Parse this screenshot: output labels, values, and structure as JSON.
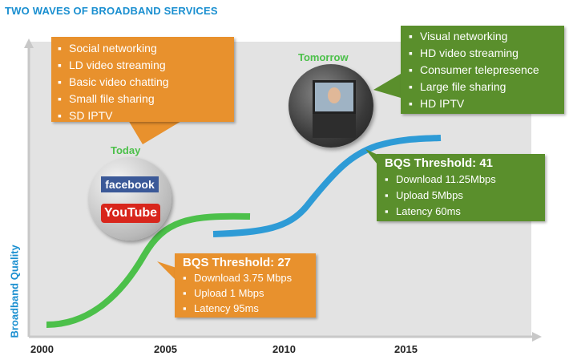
{
  "title": "TWO WAVES OF BROADBAND SERVICES",
  "y_axis_label": "Broadband Quality",
  "x_ticks": [
    "2000",
    "2005",
    "2010",
    "2015"
  ],
  "colors": {
    "title_blue": "#1a8fd0",
    "orange_box": "#e8912d",
    "green_box": "#5a8f2c",
    "today_curve": "#4cc04a",
    "tomorrow_curve": "#2e9bd6",
    "plot_bg": "#e3e3e3"
  },
  "today": {
    "label": "Today",
    "services": [
      "Social networking",
      "LD video streaming",
      "Basic video chatting",
      "Small file sharing",
      "SD IPTV"
    ],
    "logos": [
      "facebook",
      "YouTube"
    ],
    "threshold_label": "BQS Threshold: 27",
    "specs": [
      "Download 3.75 Mbps",
      "Upload 1 Mbps",
      "Latency 95ms"
    ]
  },
  "tomorrow": {
    "label": "Tomorrow",
    "services": [
      "Visual networking",
      "HD video streaming",
      "Consumer telepresence",
      "Large file sharing",
      "HD IPTV"
    ],
    "threshold_label": "BQS Threshold: 41",
    "specs": [
      "Download 11.25Mbps",
      "Upload 5Mbps",
      "Latency 60ms"
    ]
  }
}
